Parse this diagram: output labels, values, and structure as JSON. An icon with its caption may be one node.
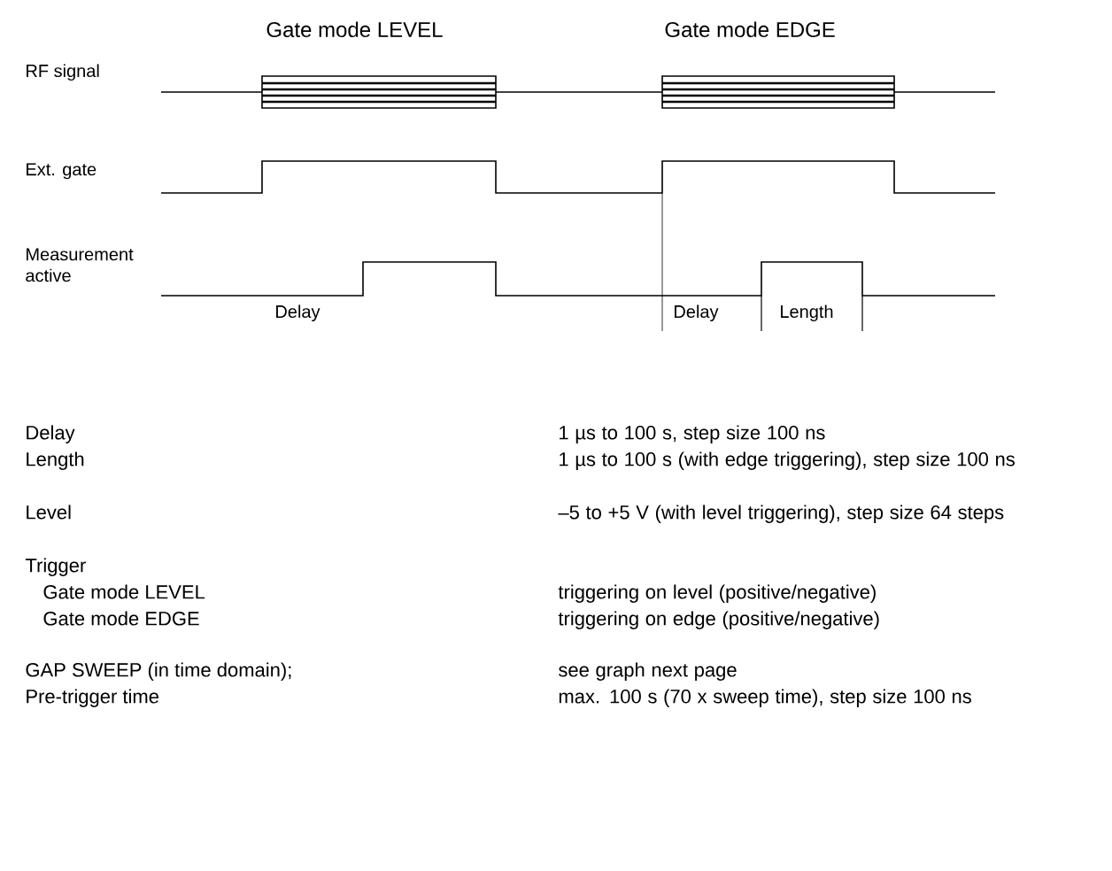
{
  "diagram": {
    "labels": [
      "Gate mode LEVEL",
      "Gate mode EDGE",
      "RF signal",
      "Ext. gate",
      "Measurement active",
      "Delay",
      "Delay",
      "Length",
      "Delay",
      "1 µs to 100 s, step size 100 ns",
      "Length",
      "1 µs to 100 s (with edge triggering), step size 100 ns",
      "Level",
      "–5 to +5 V (with level triggering), step size 64 steps",
      "Trigger",
      "Gate mode LEVEL",
      "triggering on level (positive/negative)",
      "Gate mode EDGE",
      "triggering on edge (positive/negative)",
      "GAP SWEEP (in time domain);",
      "see graph next page",
      "Pre-trigger time",
      "max. 100 s (70 x sweep time), step size 100 ns"
    ]
  }
}
